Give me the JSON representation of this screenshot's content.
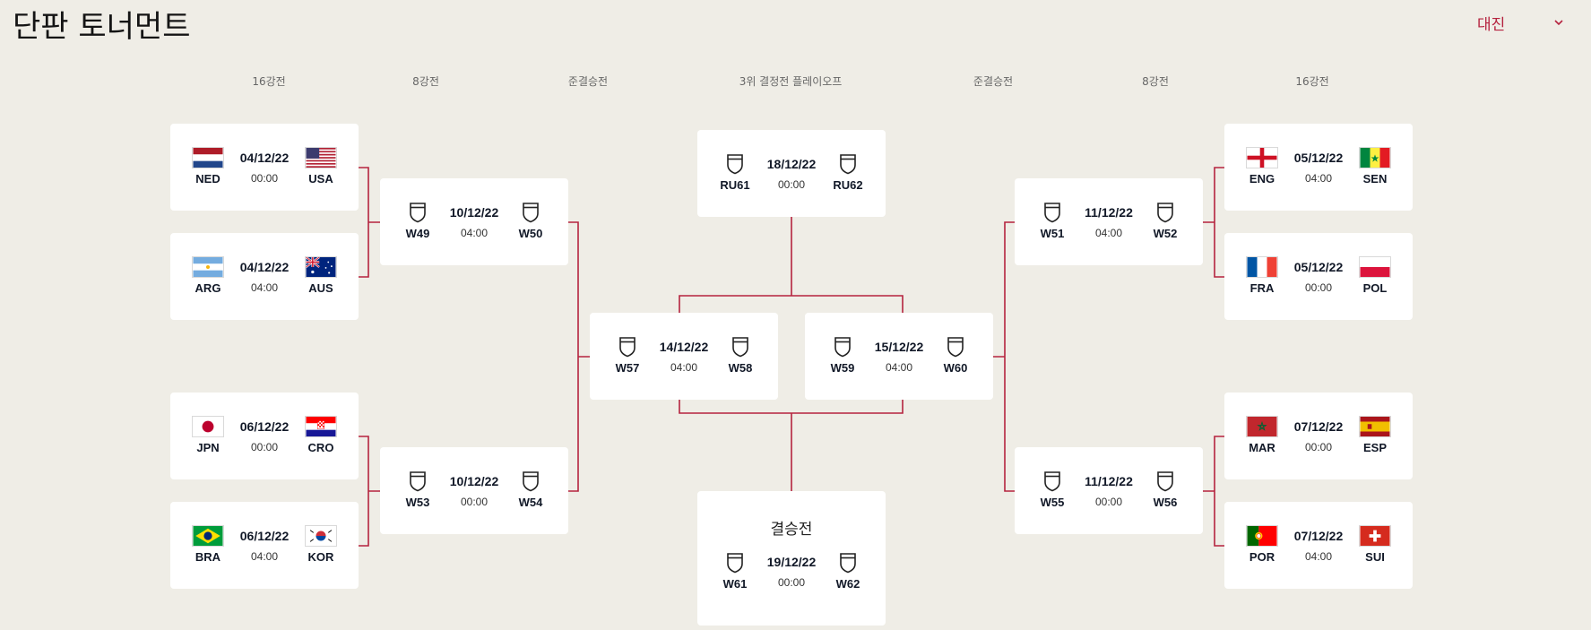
{
  "page": {
    "title": "단판 토너먼트",
    "view_select": "대진"
  },
  "round_labels": {
    "r16_left": "16강전",
    "qf_left": "8강전",
    "sf_left": "준결승전",
    "third": "3위 결정전 플레이오프",
    "sf_right": "준결승전",
    "qf_right": "8강전",
    "r16_right": "16강전"
  },
  "colors": {
    "background": "#efede6",
    "card": "#ffffff",
    "accent": "#b5233f",
    "connector": "#b5233f"
  },
  "matches": {
    "r16_1": {
      "date": "04/12/22",
      "time": "00:00",
      "home": "NED",
      "away": "USA",
      "home_flag": "flag-netherlands",
      "away_flag": "flag-usa"
    },
    "r16_2": {
      "date": "04/12/22",
      "time": "04:00",
      "home": "ARG",
      "away": "AUS",
      "home_flag": "flag-argentina",
      "away_flag": "flag-australia"
    },
    "r16_3": {
      "date": "06/12/22",
      "time": "00:00",
      "home": "JPN",
      "away": "CRO",
      "home_flag": "flag-japan",
      "away_flag": "flag-croatia"
    },
    "r16_4": {
      "date": "06/12/22",
      "time": "04:00",
      "home": "BRA",
      "away": "KOR",
      "home_flag": "flag-brazil",
      "away_flag": "flag-korea"
    },
    "r16_5": {
      "date": "05/12/22",
      "time": "04:00",
      "home": "ENG",
      "away": "SEN",
      "home_flag": "flag-england",
      "away_flag": "flag-senegal"
    },
    "r16_6": {
      "date": "05/12/22",
      "time": "00:00",
      "home": "FRA",
      "away": "POL",
      "home_flag": "flag-france",
      "away_flag": "flag-poland"
    },
    "r16_7": {
      "date": "07/12/22",
      "time": "00:00",
      "home": "MAR",
      "away": "ESP",
      "home_flag": "flag-morocco",
      "away_flag": "flag-spain"
    },
    "r16_8": {
      "date": "07/12/22",
      "time": "04:00",
      "home": "POR",
      "away": "SUI",
      "home_flag": "flag-portugal",
      "away_flag": "flag-switzerland"
    },
    "qf_1": {
      "date": "10/12/22",
      "time": "04:00",
      "home": "W49",
      "away": "W50",
      "icon": "shield-icon"
    },
    "qf_2": {
      "date": "10/12/22",
      "time": "00:00",
      "home": "W53",
      "away": "W54",
      "icon": "shield-icon"
    },
    "qf_3": {
      "date": "11/12/22",
      "time": "04:00",
      "home": "W51",
      "away": "W52",
      "icon": "shield-icon"
    },
    "qf_4": {
      "date": "11/12/22",
      "time": "00:00",
      "home": "W55",
      "away": "W56",
      "icon": "shield-icon"
    },
    "sf_1": {
      "date": "14/12/22",
      "time": "04:00",
      "home": "W57",
      "away": "W58",
      "icon": "shield-icon"
    },
    "sf_2": {
      "date": "15/12/22",
      "time": "04:00",
      "home": "W59",
      "away": "W60",
      "icon": "shield-icon"
    },
    "third": {
      "date": "18/12/22",
      "time": "00:00",
      "home": "RU61",
      "away": "RU62",
      "icon": "shield-icon"
    },
    "final": {
      "title": "결승전",
      "date": "19/12/22",
      "time": "00:00",
      "home": "W61",
      "away": "W62",
      "icon": "shield-icon"
    }
  }
}
